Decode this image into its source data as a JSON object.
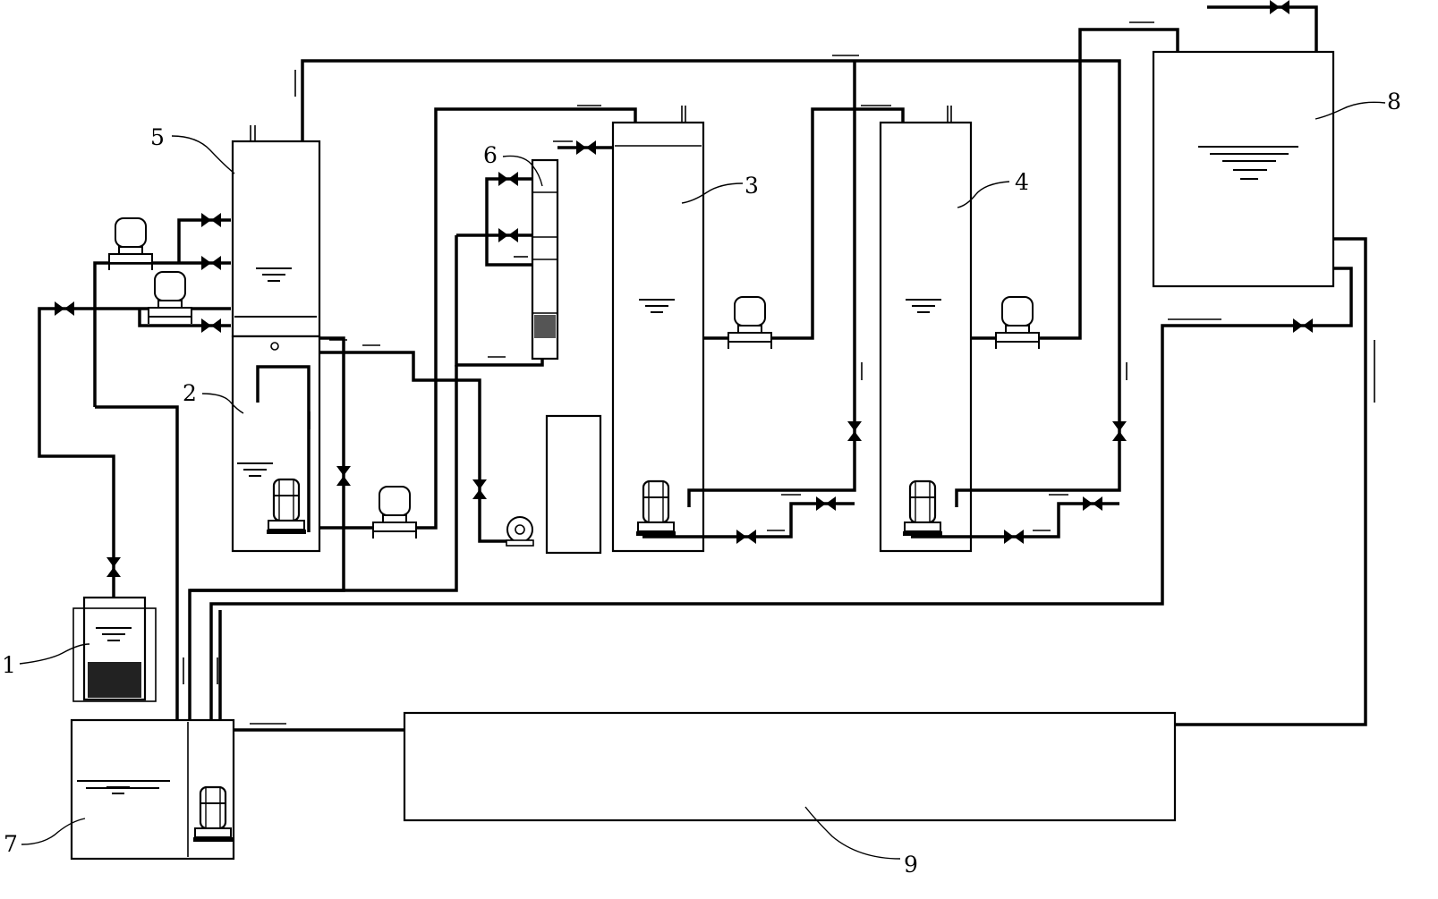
{
  "labels": {
    "l1": "1",
    "l2": "2",
    "l3": "3",
    "l4": "4",
    "l5": "5",
    "l6": "6",
    "l7": "7",
    "l8": "8",
    "l9": "9"
  },
  "colors": {
    "line": "#000000",
    "background": "#ffffff"
  },
  "icons": [
    "gate-valve-icon",
    "pump-icon",
    "submersible-pump-icon",
    "water-level-icon",
    "flow-arrow-icon"
  ]
}
